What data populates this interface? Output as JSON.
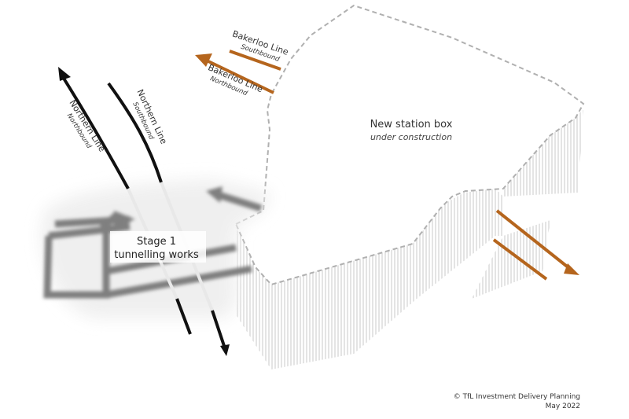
{
  "colors": {
    "bakerloo": "#b5651d",
    "northern": "#111111",
    "works_arrow": "#8a8a8a",
    "outline": "#b0b0b0",
    "hatch": "#c8c8c8"
  },
  "bakerloo": {
    "southbound": {
      "line": "Bakerloo Line",
      "direction": "Southbound"
    },
    "northbound": {
      "line": "Bakerloo Line",
      "direction": "Northbound"
    }
  },
  "northern": {
    "northbound": {
      "line": "Northern Line",
      "direction": "Northbound"
    },
    "southbound": {
      "line": "Northern Line",
      "direction": "Southbound"
    }
  },
  "station_box": {
    "title": "New station box",
    "subtitle": "under construction"
  },
  "stage": {
    "line1": "Stage 1",
    "line2": "tunnelling works"
  },
  "credit": {
    "line1": "© TfL Investment Delivery Planning",
    "line2": "May 2022"
  }
}
